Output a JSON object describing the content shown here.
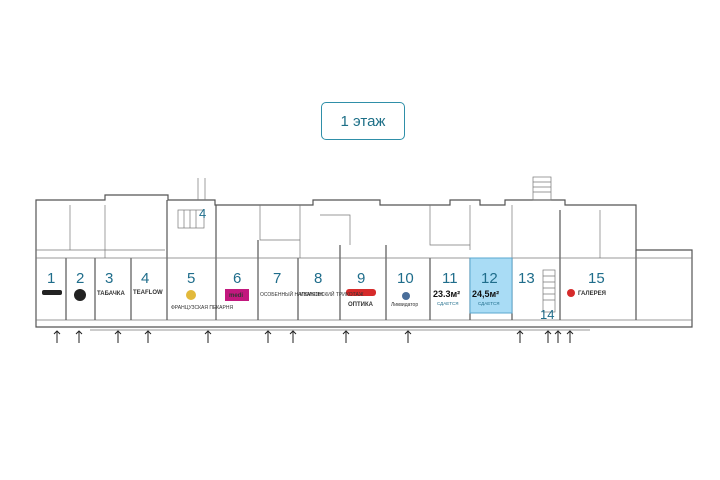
{
  "floor_label": "1 этаж",
  "units": [
    {
      "num": "1",
      "brand": ""
    },
    {
      "num": "2",
      "brand": ""
    },
    {
      "num": "3",
      "brand": "ТАБАЧКА"
    },
    {
      "num": "4",
      "brand": "TEAFLOW"
    },
    {
      "num": "5",
      "brand": "ФРАНЦУЗСКАЯ ПЕКАРНЯ"
    },
    {
      "num": "6",
      "brand": "medi"
    },
    {
      "num": "7",
      "brand": "ОСОБЕННЫЙ НАПОЛЕОН"
    },
    {
      "num": "8",
      "brand": "ИВАНОВСКИЙ ТРИКОТАЖ"
    },
    {
      "num": "9",
      "brand": "ОПТИКА"
    },
    {
      "num": "10",
      "brand": "Ликвидатор"
    },
    {
      "num": "11",
      "brand": "",
      "area": "23.3м²",
      "status": "СДАЕТСЯ"
    },
    {
      "num": "12",
      "brand": "",
      "area": "24,5м²",
      "status": "СДАЕТСЯ"
    },
    {
      "num": "13",
      "brand": ""
    },
    {
      "num": "14",
      "brand": ""
    },
    {
      "num": "15",
      "brand": "ГАЛЕРЕЯ"
    }
  ],
  "extra_labels": {
    "unit_14_top": "4"
  },
  "colors": {
    "highlight": "#a9dcf5",
    "accent": "#1f6d8b",
    "wall": "#555555"
  }
}
